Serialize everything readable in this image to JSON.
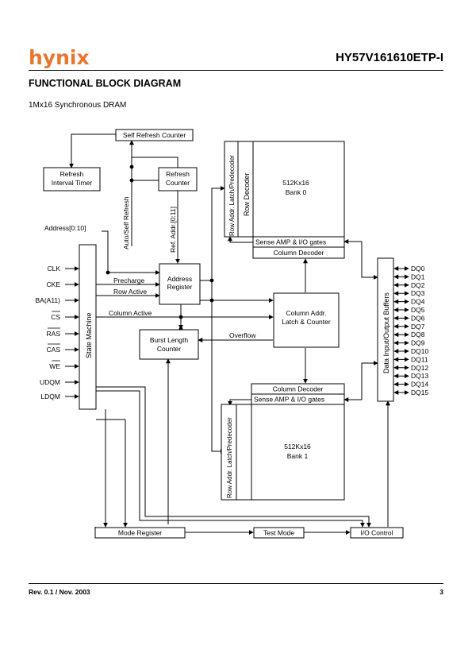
{
  "header": {
    "logo": "hynix",
    "part_number": "HY57V161610ETP-I"
  },
  "section": {
    "title": "FUNCTIONAL BLOCK DIAGRAM",
    "subtitle": "1Mx16 Synchronous DRAM"
  },
  "blocks": {
    "self_refresh_counter": "Self Refresh Counter",
    "refresh_interval_timer": [
      "Refresh",
      "Interval Timer"
    ],
    "refresh_counter": [
      "Refresh",
      "Counter"
    ],
    "address_register": [
      "Address",
      "Register"
    ],
    "burst_length_counter": [
      "Burst Length",
      "Counter"
    ],
    "column_addr_latch": [
      "Column Addr.",
      "Latch & Counter"
    ],
    "state_machine": "State Machine",
    "bank0": [
      "512Kx16",
      "Bank 0"
    ],
    "bank1": [
      "512Kx16",
      "Bank 1"
    ],
    "row_addr_latch": "Row Addr. Latch/Predecoder",
    "row_decoder": "Row Decoder",
    "sense_amp": "Sense AMP & I/O gates",
    "column_decoder": "Column Decoder",
    "data_io_buffers": "Data Input/Output Buffers",
    "mode_register": "Mode Register",
    "test_mode": "Test Mode",
    "io_control": "I/O Control"
  },
  "signals": {
    "address": "Address[0:10]",
    "auto_self_refresh": "Auto/Self Refresh",
    "ref_addr": "Ref. Addr.[0:11]",
    "precharge": "Precharge",
    "row_active": "Row Active",
    "column_active": "Column Active",
    "overflow": "Overflow",
    "inputs": [
      "CLK",
      "CKE",
      "BA(A11)",
      "CS",
      "RAS",
      "CAS",
      "WE",
      "UDQM",
      "LDQM"
    ],
    "dq": [
      "DQ0",
      "DQ1",
      "DQ2",
      "DQ3",
      "DQ4",
      "DQ5",
      "DQ6",
      "DQ7",
      "DQ8",
      "DQ9",
      "DQ10",
      "DQ11",
      "DQ12",
      "DQ13",
      "DQ14",
      "DQ15"
    ]
  },
  "footer": {
    "revision": "Rev. 0.1 / Nov. 2003",
    "page": "3"
  },
  "colors": {
    "logo": "#e8772e"
  }
}
